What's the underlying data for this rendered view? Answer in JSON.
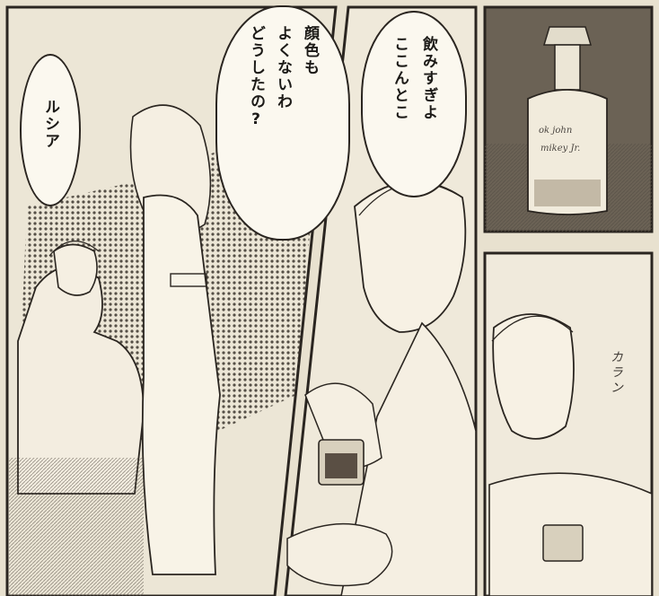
{
  "bubbles": {
    "lucia": "ルシア",
    "face_color": "顔色も\nよくないわ\nどうしたの?",
    "drinking": "飲みすぎよ\nここんとこ"
  },
  "sfx": {
    "clink": "カラン"
  },
  "bottle_label": {
    "line1": "ok john",
    "line2": "mikey Jr."
  },
  "colors": {
    "paper": "#e8e1cf",
    "ink": "#2a2520"
  }
}
